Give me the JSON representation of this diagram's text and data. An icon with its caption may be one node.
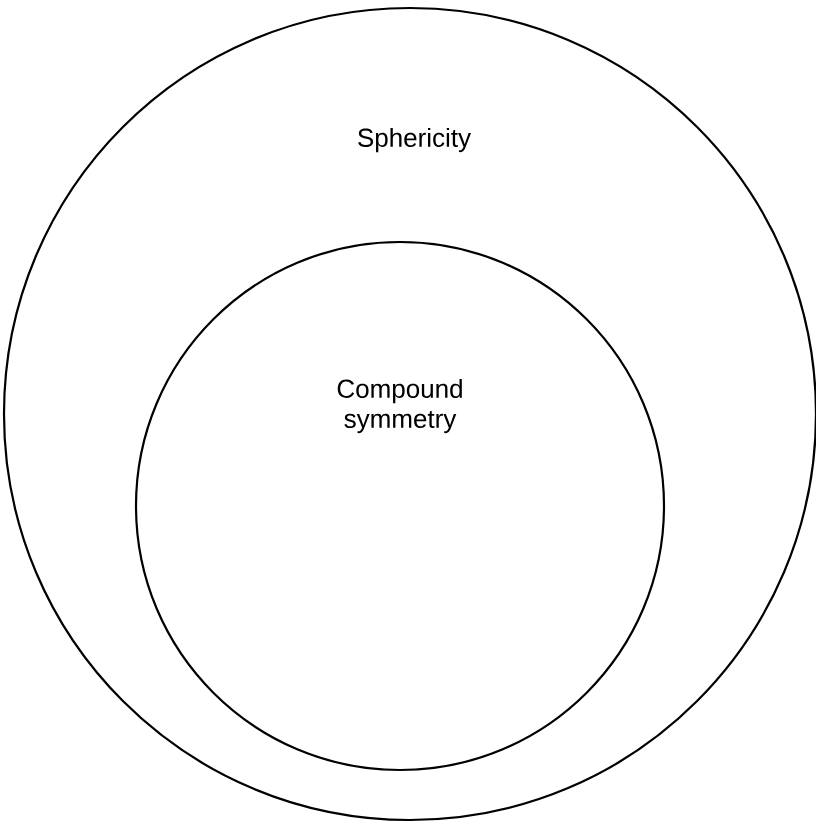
{
  "diagram": {
    "nodes": [
      {
        "text": [
          "Sphericity"
        ]
      },
      {
        "text": [
          "Compound symmetry"
        ],
        "in": 0
      }
    ]
  }
}
